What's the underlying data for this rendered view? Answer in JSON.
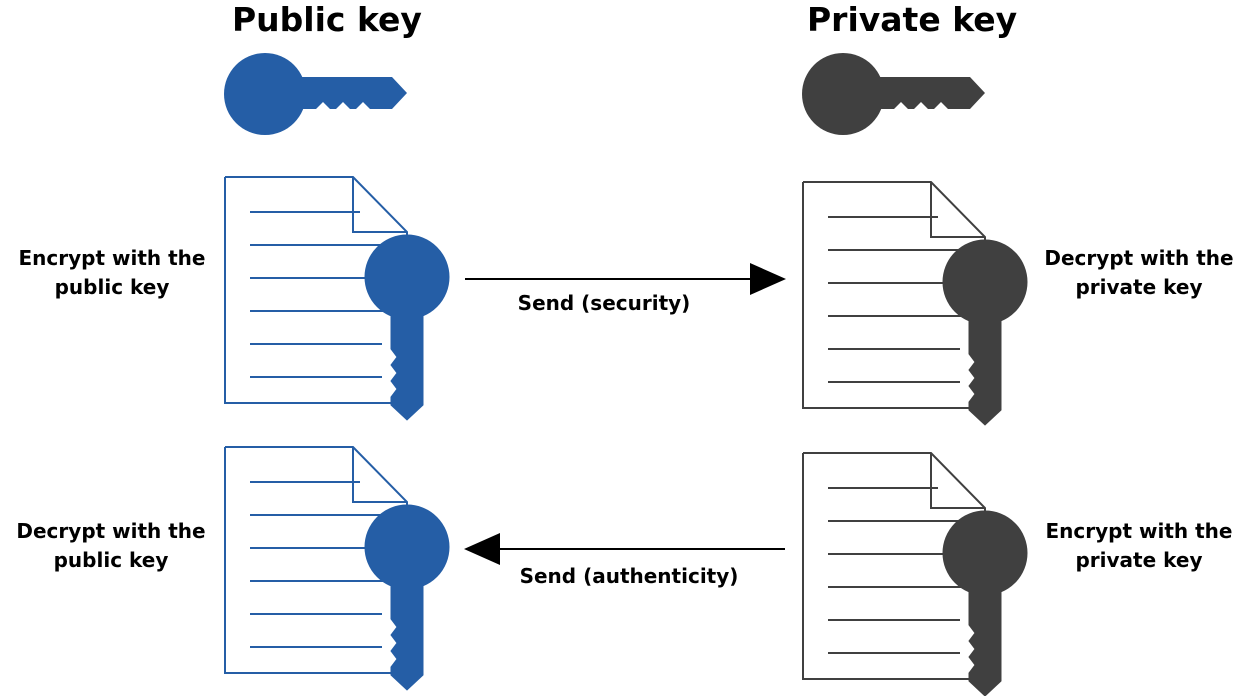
{
  "columns": {
    "public": "Public key",
    "private": "Private key"
  },
  "labels": {
    "top_left": "Encrypt with the public key",
    "top_right": "Decrypt with the private key",
    "bottom_left": "Decrypt with the public key",
    "bottom_right": "Encrypt with the private key"
  },
  "arrows": {
    "top": "Send (security)",
    "bottom": "Send (authenticity)"
  },
  "colors": {
    "public": "#255ea6",
    "private": "#404040"
  }
}
